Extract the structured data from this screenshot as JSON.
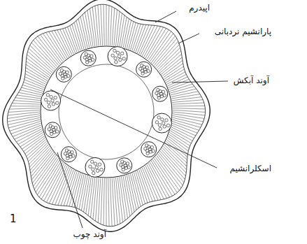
{
  "diagram": {
    "labels": [
      "اپیدرم",
      "پارانشیم نردبانی",
      "آوند آبکش",
      "اسکلرانشیم",
      "آوند چوب",
      "1"
    ]
  }
}
